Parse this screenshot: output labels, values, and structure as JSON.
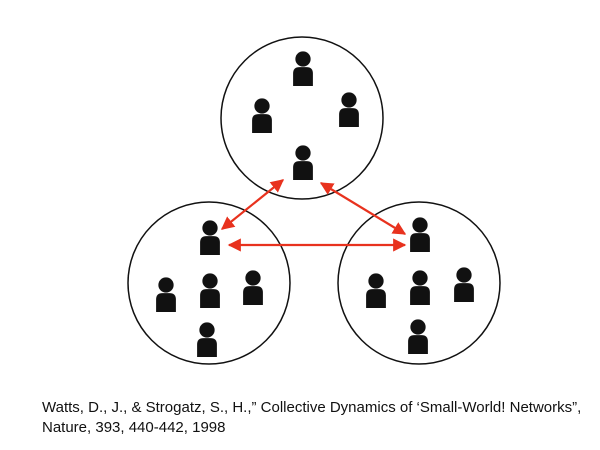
{
  "colors": {
    "cluster_stroke": "#111111",
    "person": "#111111",
    "link": "#e8321e",
    "text": "#111111"
  },
  "icons": {
    "person": "person-icon",
    "arrowhead": "arrowhead-icon"
  },
  "diagram": {
    "clusters": [
      {
        "id": "top",
        "member_count": 4
      },
      {
        "id": "left",
        "member_count": 5
      },
      {
        "id": "right",
        "member_count": 5
      }
    ],
    "links": [
      {
        "from": "top",
        "to": "left",
        "direction": "bidirectional"
      },
      {
        "from": "top",
        "to": "right",
        "direction": "bidirectional"
      },
      {
        "from": "left",
        "to": "right",
        "direction": "bidirectional"
      }
    ]
  },
  "citation": {
    "line1": "Watts, D., J., & Strogatz, S., H.,” Collective Dynamics of ‘Small-World! Networks”,",
    "line2": "Nature, 393, 440-442, 1998"
  }
}
